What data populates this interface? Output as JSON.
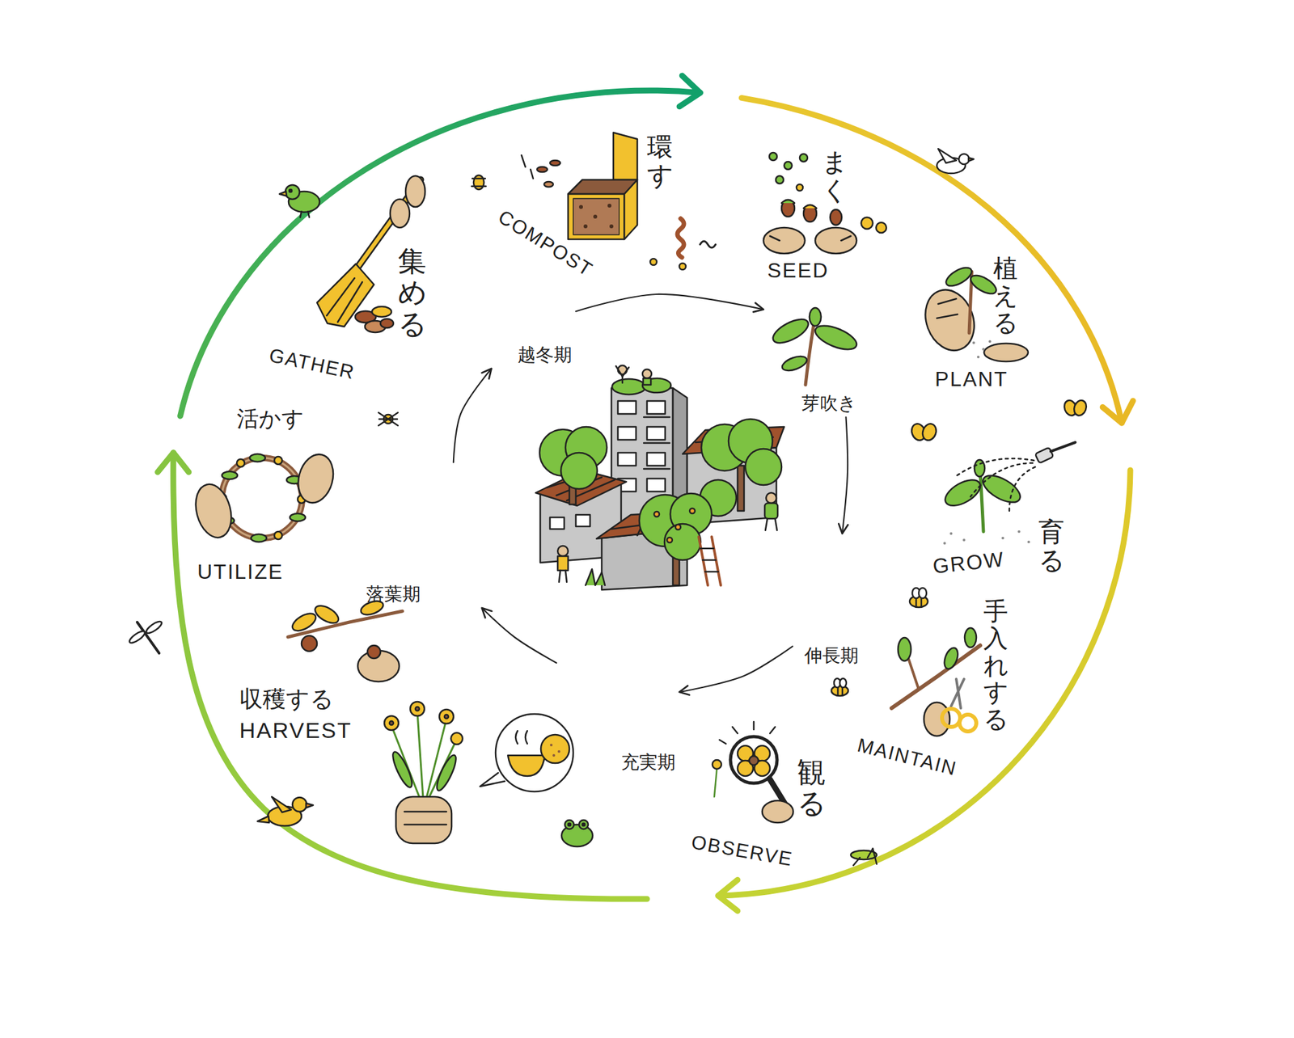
{
  "diagram": {
    "nodes": [
      {
        "text": [
          "越冬期"
        ]
      },
      {
        "text": [
          "芽吹き"
        ]
      },
      {
        "text": [
          "伸長期"
        ]
      },
      {
        "text": [
          "充実期"
        ]
      },
      {
        "text": [
          "落葉期"
        ]
      }
    ],
    "edges": [
      {
        "from": 0,
        "to": 1,
        "arrow": "to"
      },
      {
        "from": 1,
        "to": 2,
        "arrow": "to"
      },
      {
        "from": 2,
        "to": 3,
        "arrow": "to"
      },
      {
        "from": 3,
        "to": 4,
        "arrow": "to"
      },
      {
        "from": 4,
        "to": 0,
        "arrow": "to"
      }
    ],
    "labels": [
      "環す",
      "COMPOST",
      "まく",
      "SEED",
      "植える",
      "PLANT",
      "育る",
      "GROW",
      "手入れする",
      "MAINTAIN",
      "観る",
      "OBSERVE",
      "収穫する",
      "HARVEST",
      "活かす",
      "UTILIZE",
      "集める",
      "GATHER"
    ]
  }
}
